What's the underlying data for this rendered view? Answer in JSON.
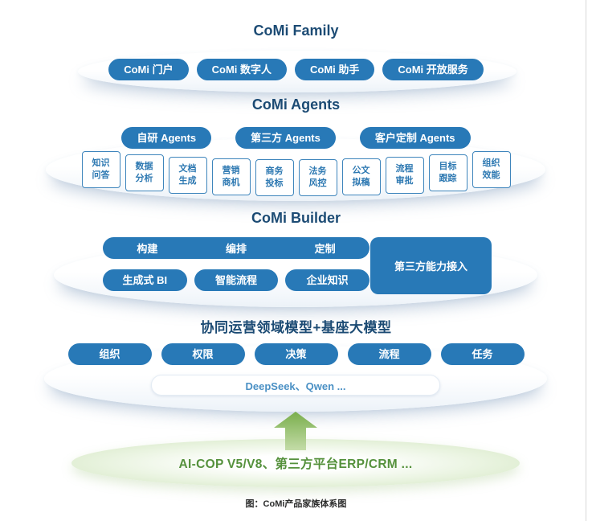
{
  "family": {
    "title": "CoMi Family",
    "pills": [
      "CoMi 门户",
      "CoMi 数字人",
      "CoMi 助手",
      "CoMi 开放服务"
    ]
  },
  "agents": {
    "title": "CoMi Agents",
    "pills": [
      "自研 Agents",
      "第三方 Agents",
      "客户定制 Agents"
    ],
    "capabilities": [
      "知识\n问答",
      "数据\n分析",
      "文档\n生成",
      "营销\n商机",
      "商务\n投标",
      "法务\n风控",
      "公文\n拟稿",
      "流程\n审批",
      "目标\n跟踪",
      "组织\n效能"
    ]
  },
  "builder": {
    "title": "CoMi Builder",
    "bar_items": [
      "构建",
      "编排",
      "定制"
    ],
    "side_box": "第三方能力接入",
    "pills": [
      "生成式 BI",
      "智能流程",
      "企业知识"
    ]
  },
  "model": {
    "title": "协同运营领域模型+基座大模型",
    "pills": [
      "组织",
      "权限",
      "决策",
      "流程",
      "任务"
    ],
    "engine_bar": "DeepSeek、Qwen ..."
  },
  "foundation": {
    "label": "AI-COP V5/V8、第三方平台ERP/CRM ..."
  },
  "page": {
    "caption": "图：CoMi产品家族体系图"
  },
  "colors": {
    "primary-blue": "#2879B7",
    "title-navy": "#1C4B74",
    "arrow-green": "#79AE4C",
    "foundation-green": "#55913C"
  }
}
